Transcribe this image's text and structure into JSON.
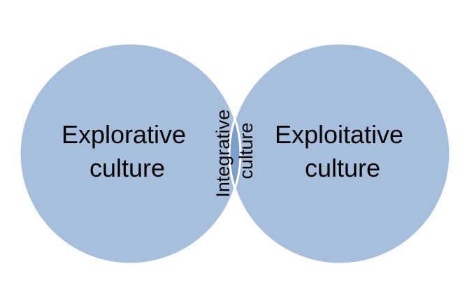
{
  "diagram": {
    "left_circle": {
      "line1": "Explorative",
      "line2": "culture"
    },
    "right_circle": {
      "line1": "Exploitative",
      "line2": "culture"
    },
    "overlap": {
      "line1": "Integrative",
      "line2": "culture"
    }
  },
  "colors": {
    "circle_fill": "#a7bfdd",
    "overlap_fill": "#7c9fcc",
    "circle_stroke": "#ffffff"
  }
}
